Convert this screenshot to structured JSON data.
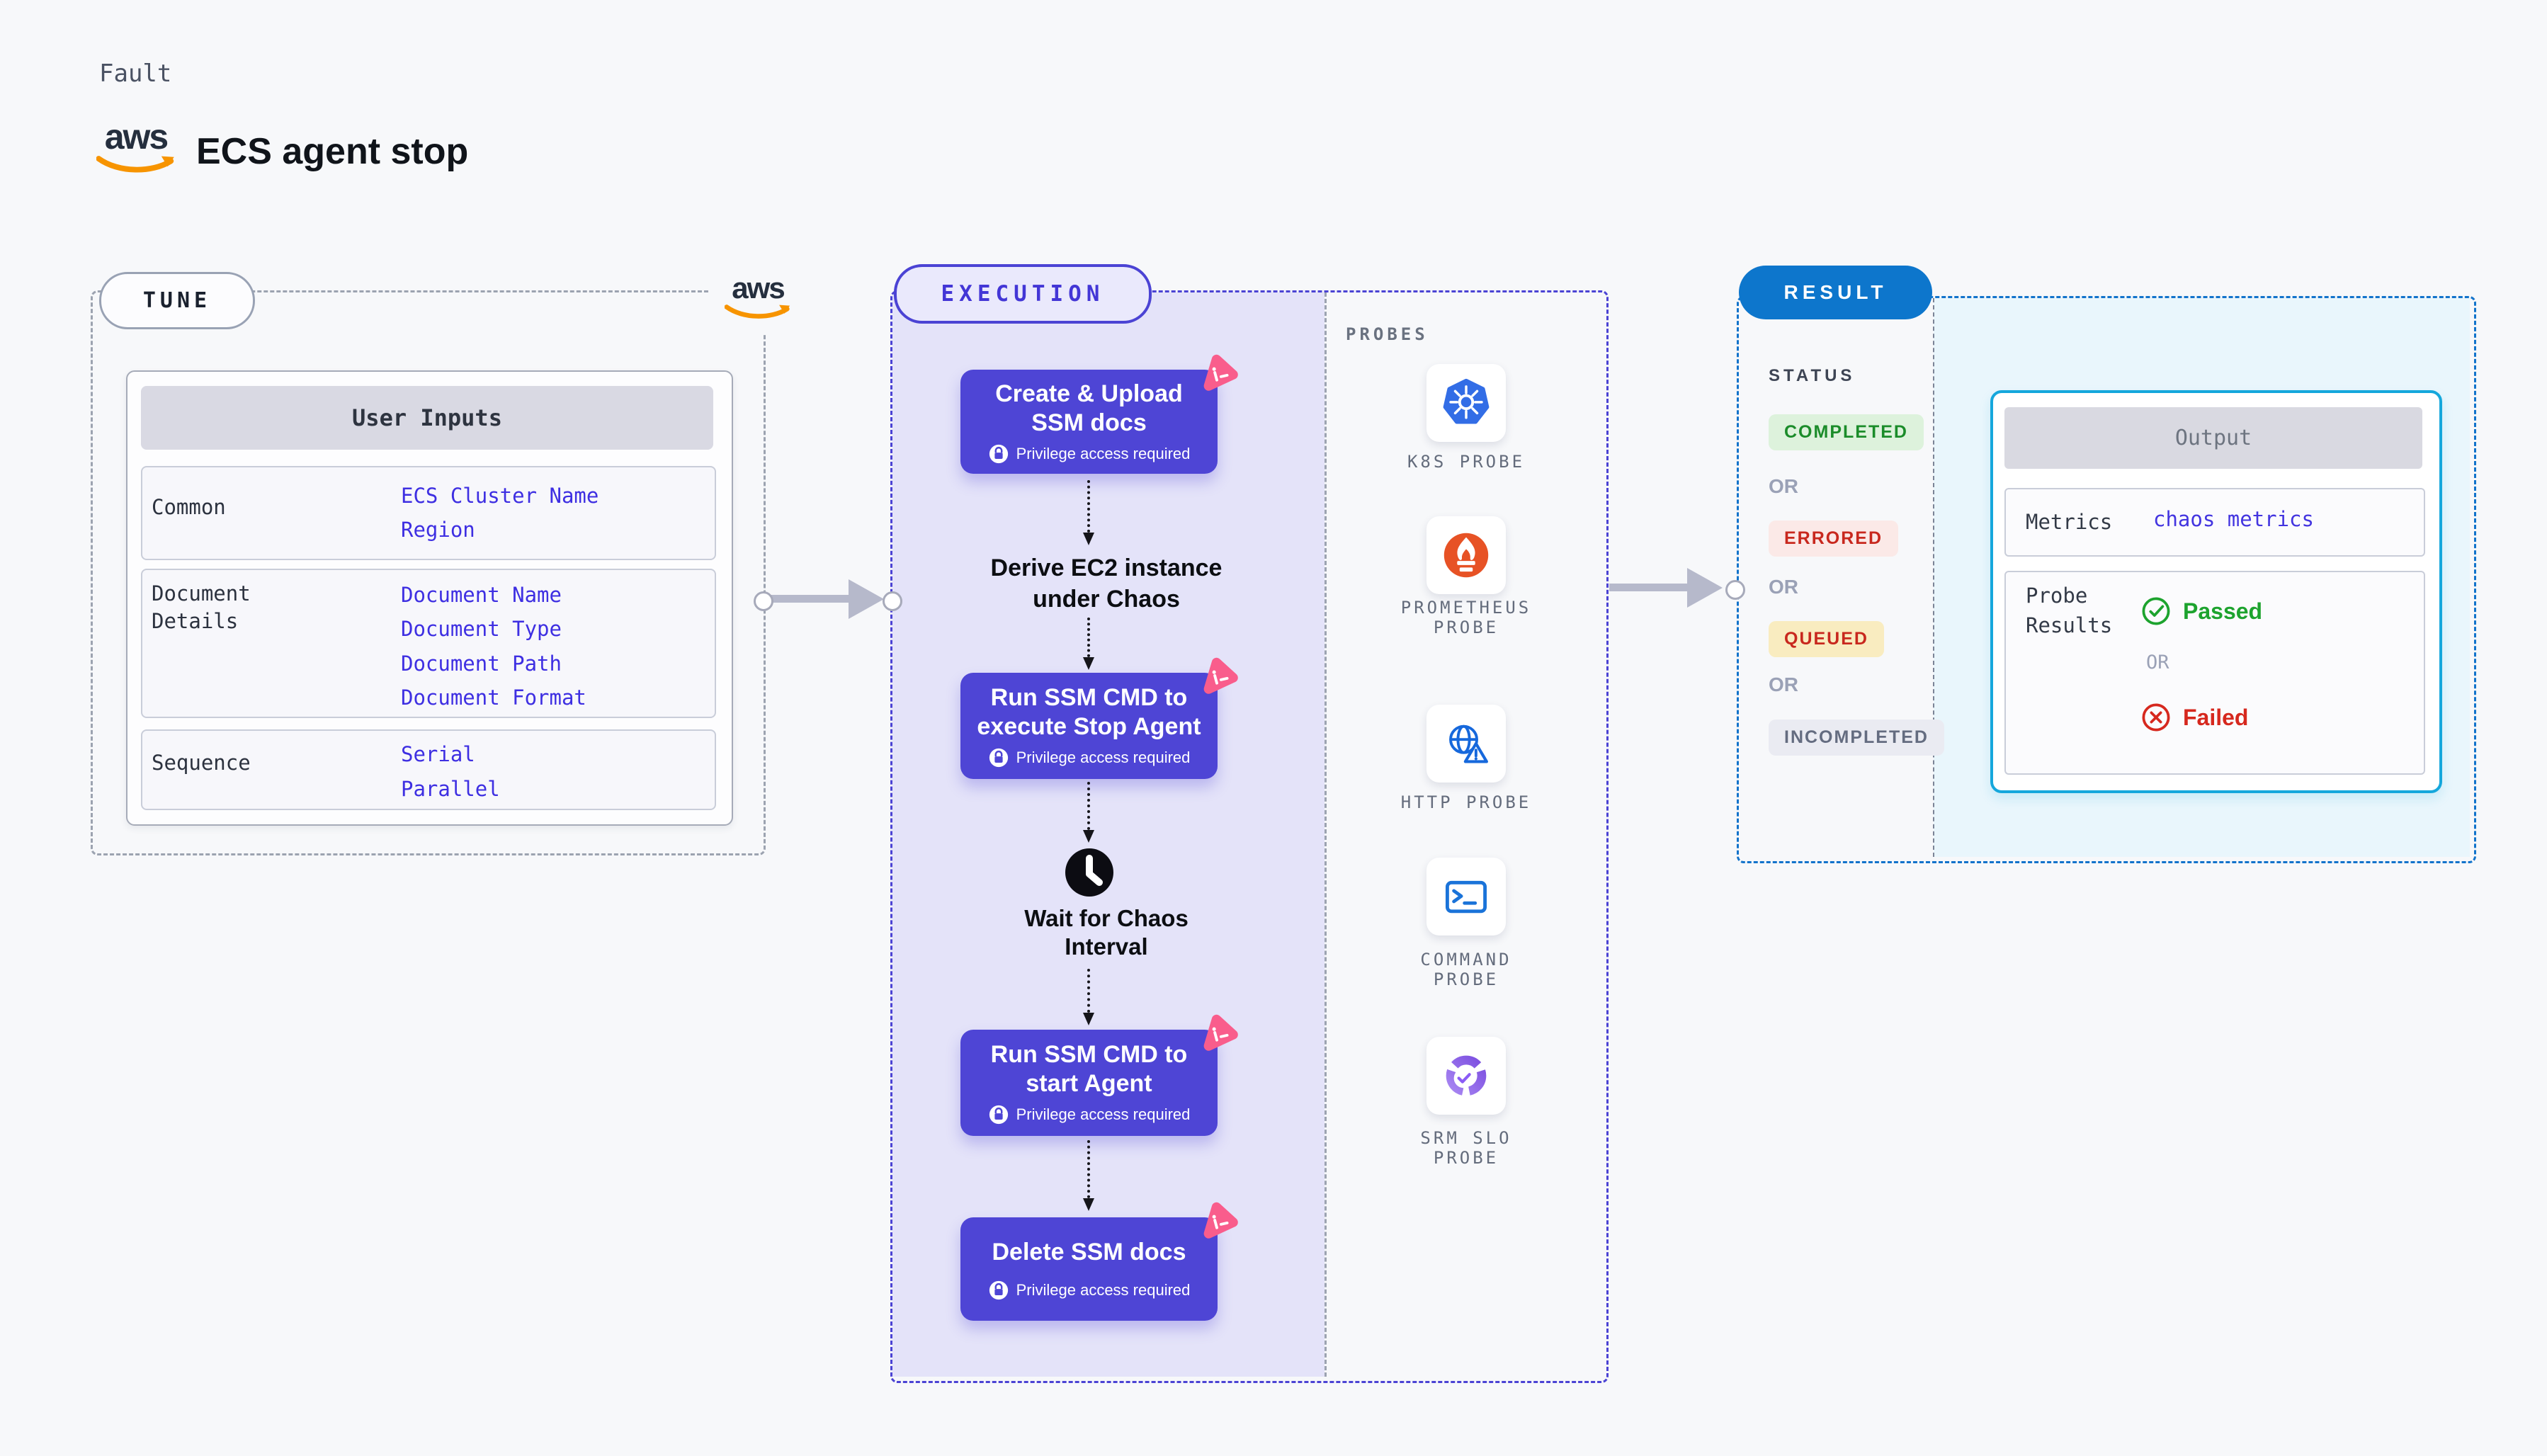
{
  "page": {
    "fault_label": "Fault",
    "title": "ECS agent stop",
    "aws_logo_text": "aws"
  },
  "tune": {
    "pill": "TUNE",
    "table": {
      "header": "User Inputs",
      "rows": [
        {
          "label_lines": [
            "Common"
          ],
          "values": [
            "ECS Cluster Name",
            "Region"
          ]
        },
        {
          "label_lines": [
            "Document",
            "Details"
          ],
          "values": [
            "Document Name",
            "Document Type",
            "Document Path",
            "Document Format"
          ]
        },
        {
          "label_lines": [
            "Sequence"
          ],
          "values": [
            "Serial",
            "Parallel"
          ]
        }
      ]
    }
  },
  "execution": {
    "pill": "EXECUTION",
    "privilege_label": "Privilege access required",
    "steps": [
      {
        "line1": "Create & Upload",
        "line2": "SSM docs"
      },
      {
        "line1": "Run SSM CMD to",
        "line2": "execute Stop Agent"
      },
      {
        "line1": "Run SSM CMD to",
        "line2": "start Agent"
      },
      {
        "line1": "Delete SSM docs",
        "line2": ""
      }
    ],
    "derive_line1": "Derive EC2 instance",
    "derive_line2": "under Chaos",
    "wait_line1": "Wait for Chaos",
    "wait_line2": "Interval"
  },
  "probes": {
    "title": "PROBES",
    "items": [
      {
        "icon": "k8s-probe-icon",
        "label_lines": [
          "K8S PROBE"
        ]
      },
      {
        "icon": "prometheus-probe-icon",
        "label_lines": [
          "PROMETHEUS",
          "PROBE"
        ]
      },
      {
        "icon": "http-probe-icon",
        "label_lines": [
          "HTTP PROBE"
        ]
      },
      {
        "icon": "command-probe-icon",
        "label_lines": [
          "COMMAND",
          "PROBE"
        ]
      },
      {
        "icon": "srm-slo-probe-icon",
        "label_lines": [
          "SRM SLO",
          "PROBE"
        ]
      }
    ]
  },
  "result": {
    "pill": "RESULT",
    "status_title": "STATUS",
    "or_label": "OR",
    "statuses": [
      {
        "label": "COMPLETED"
      },
      {
        "label": "ERRORED"
      },
      {
        "label": "QUEUED"
      },
      {
        "label": "INCOMPLETED"
      }
    ],
    "output": {
      "header": "Output",
      "metrics_label": "Metrics",
      "metrics_value": "chaos metrics",
      "probe_results_line1": "Probe",
      "probe_results_line2": "Results",
      "passed_label": "Passed",
      "or_label": "OR",
      "failed_label": "Failed"
    }
  },
  "colors": {
    "page_bg": "#f7f8fa",
    "indigo_accent": "#4b43d4",
    "purple_step_box": "#4e45d5",
    "lavender_fill": "#e4e3f9",
    "result_blue": "#0d76cc",
    "cyan_fill": "#e9f6fc",
    "cyan_border": "#15a7dc",
    "pink_chaos_icon": "#f95d8c",
    "aws_orange": "#f79400",
    "passed_green": "#1da32e",
    "failed_red": "#d6281e",
    "queued_yellow_bg": "#f9ecc0",
    "completed_green_bg": "#ddf2dc",
    "errored_red_bg": "#fbe9e7"
  }
}
